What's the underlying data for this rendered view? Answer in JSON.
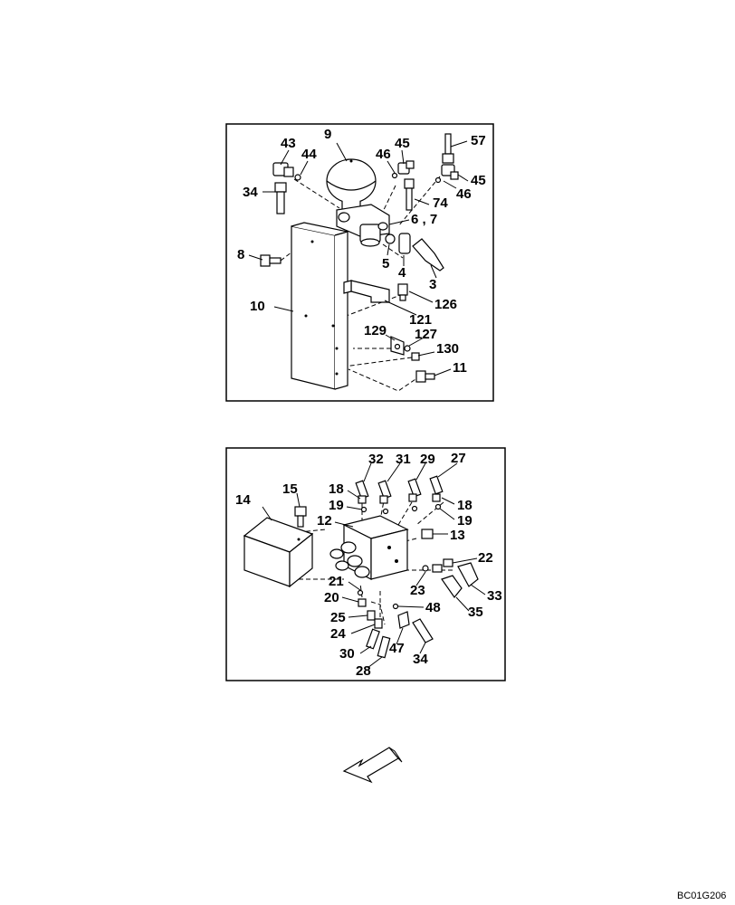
{
  "diagram_code": "BC01G206",
  "panel_top": {
    "labels": [
      "57",
      "9",
      "43",
      "44",
      "45",
      "46",
      "34",
      "74",
      "46",
      "45",
      "6 , 7",
      "8",
      "5",
      "4",
      "3",
      "10",
      "126",
      "121",
      "129",
      "127",
      "130",
      "11"
    ]
  },
  "panel_bottom": {
    "labels": [
      "32",
      "31",
      "29",
      "27",
      "18",
      "18",
      "15",
      "19",
      "19",
      "14",
      "12",
      "13",
      "22",
      "21",
      "23",
      "20",
      "48",
      "33",
      "25",
      "35",
      "24",
      "47",
      "30",
      "34",
      "28"
    ]
  },
  "arrow": {
    "icon": "direction-arrow-icon"
  }
}
